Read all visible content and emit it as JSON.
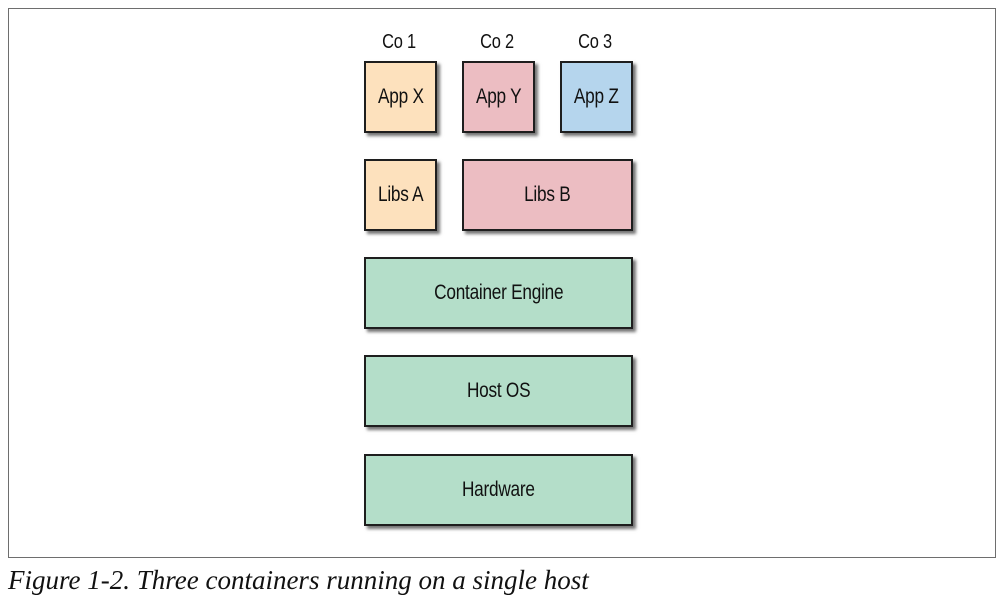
{
  "diagram": {
    "columns": [
      {
        "label": "Co 1"
      },
      {
        "label": "Co 2"
      },
      {
        "label": "Co 3"
      }
    ],
    "apps": [
      {
        "label": "App X",
        "color": "#fde1bd"
      },
      {
        "label": "App Y",
        "color": "#ecbdc2"
      },
      {
        "label": "App Z",
        "color": "#b5d5ed"
      }
    ],
    "libs": [
      {
        "label": "Libs A",
        "color": "#fde1bd"
      },
      {
        "label": "Libs B",
        "color": "#ecbdc2"
      }
    ],
    "layers": [
      {
        "label": "Container Engine",
        "color": "#b4dec9"
      },
      {
        "label": "Host OS",
        "color": "#b4dec9"
      },
      {
        "label": "Hardware",
        "color": "#b4dec9"
      }
    ]
  },
  "caption": "Figure 1-2. Three containers running on a single host"
}
